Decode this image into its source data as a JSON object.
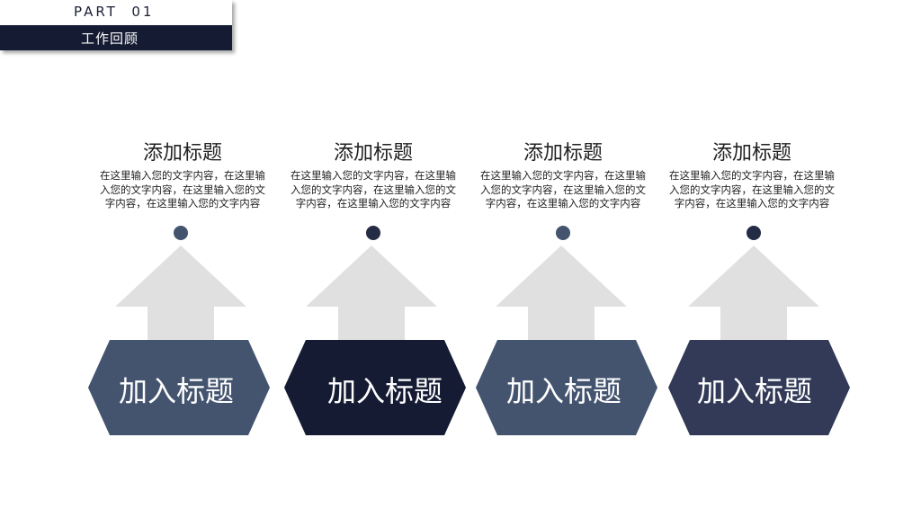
{
  "header": {
    "part_label": "PART  01",
    "section_title": "工作回顾"
  },
  "colors": {
    "hex_slate": "#44546f",
    "hex_navy": "#141b33",
    "hex_indigo": "#323a58",
    "arrow_gray": "#e0e0e0",
    "dot_slate": "#44546f",
    "dot_navy": "#232b45"
  },
  "columns": [
    {
      "title": "添加标题",
      "description": "在这里输入您的文字内容，在这里输入您的文字内容，在这里输入您的文字内容，在这里输入您的文字内容",
      "hex_label": "加入标题",
      "hex_color": "#44546f",
      "dot_color": "#44546f",
      "icon": "arrow-up-icon"
    },
    {
      "title": "添加标题",
      "description": "在这里输入您的文字内容，在这里输入您的文字内容，在这里输入您的文字内容，在这里输入您的文字内容",
      "hex_label": "加入标题",
      "hex_color": "#141b33",
      "dot_color": "#232b45",
      "icon": "arrow-up-icon"
    },
    {
      "title": "添加标题",
      "description": "在这里输入您的文字内容，在这里输入您的文字内容，在这里输入您的文字内容，在这里输入您的文字内容",
      "hex_label": "加入标题",
      "hex_color": "#44546f",
      "dot_color": "#44546f",
      "icon": "arrow-up-icon"
    },
    {
      "title": "添加标题",
      "description": "在这里输入您的文字内容，在这里输入您的文字内容，在这里输入您的文字内容，在这里输入您的文字内容",
      "hex_label": "加入标题",
      "hex_color": "#323a58",
      "dot_color": "#232b45",
      "icon": "arrow-up-icon"
    }
  ]
}
